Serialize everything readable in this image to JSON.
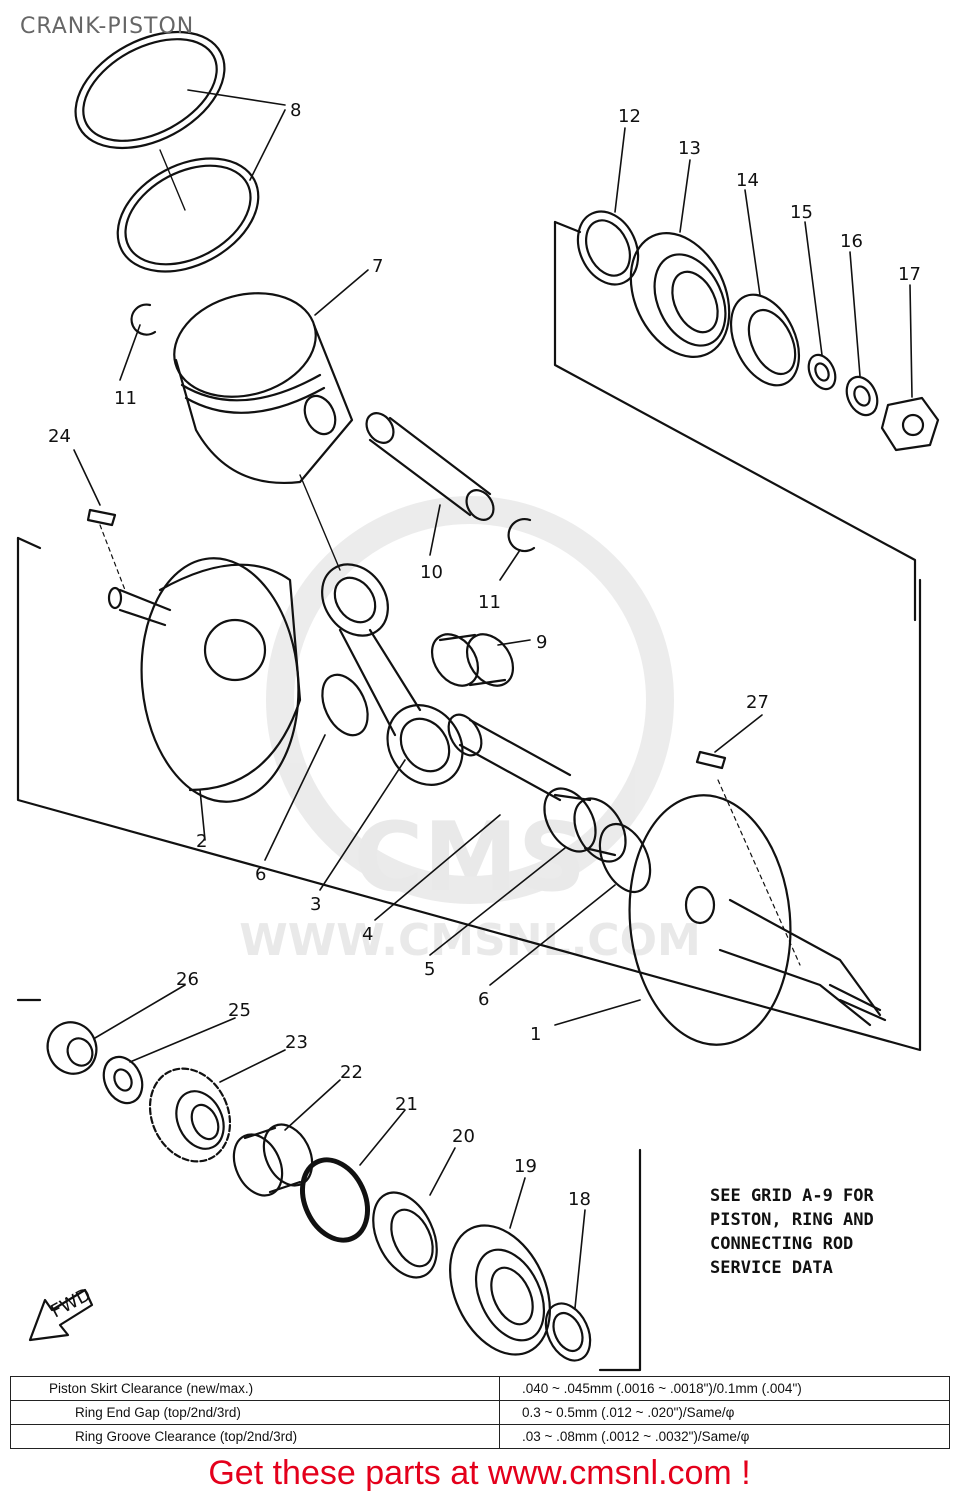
{
  "title": "CRANK-PISTON",
  "callouts": [
    "1",
    "2",
    "3",
    "4",
    "5",
    "6",
    "6",
    "7",
    "8",
    "9",
    "10",
    "11",
    "11",
    "12",
    "13",
    "14",
    "15",
    "16",
    "17",
    "18",
    "19",
    "20",
    "21",
    "22",
    "23",
    "24",
    "25",
    "26",
    "27"
  ],
  "fwd_label": "FWD",
  "watermark": {
    "brand": "CMS",
    "url": "WWW.CMSNL.COM"
  },
  "note_lines": [
    "SEE GRID A-9 FOR",
    "PISTON, RING AND",
    "CONNECTING ROD",
    "SERVICE DATA"
  ],
  "spec_table": {
    "rows": [
      {
        "label": "Piston Skirt Clearance (new/max.)",
        "value": ".040 ~ .045mm (.0016 ~ .0018\")/0.1mm (.004\")"
      },
      {
        "label": "Ring End Gap (top/2nd/3rd)",
        "value": "0.3 ~ 0.5mm (.012 ~ .020\")/Same/φ"
      },
      {
        "label": "Ring Groove Clearance (top/2nd/3rd)",
        "value": ".03 ~ .08mm (.0012 ~ .0032\")/Same/φ"
      }
    ]
  },
  "footer": "Get these parts at www.cmsnl.com !",
  "colors": {
    "footer": "#e4001b",
    "line": "#111111",
    "watermark": "#d8d8d8"
  }
}
